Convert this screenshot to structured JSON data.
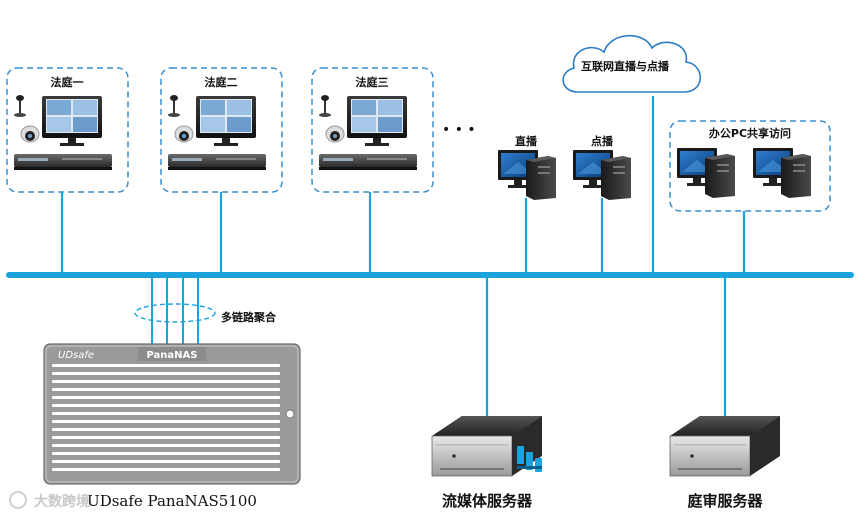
{
  "courts": [
    {
      "label": "法庭一"
    },
    {
      "label": "法庭二"
    },
    {
      "label": "法庭三"
    }
  ],
  "ellipsis": "• • •",
  "clients": {
    "live_label": "直播",
    "vod_label": "点播"
  },
  "cloud_label": "互联网直播与点播",
  "office_label": "办公PC共享访问",
  "aggregation_label": "多链路聚合",
  "nas": {
    "brand": "UDsafe",
    "model_badge": "PanaNAS",
    "caption": "UDsafe PanaNAS5100"
  },
  "servers": {
    "streaming_label": "流媒体服务器",
    "trial_label": "庭审服务器"
  },
  "watermark": "大数跨境",
  "colors": {
    "network_bus": "#1aa3dc",
    "dashed_border": "#3a8fd0",
    "nas_body": "#9a9a9a"
  }
}
